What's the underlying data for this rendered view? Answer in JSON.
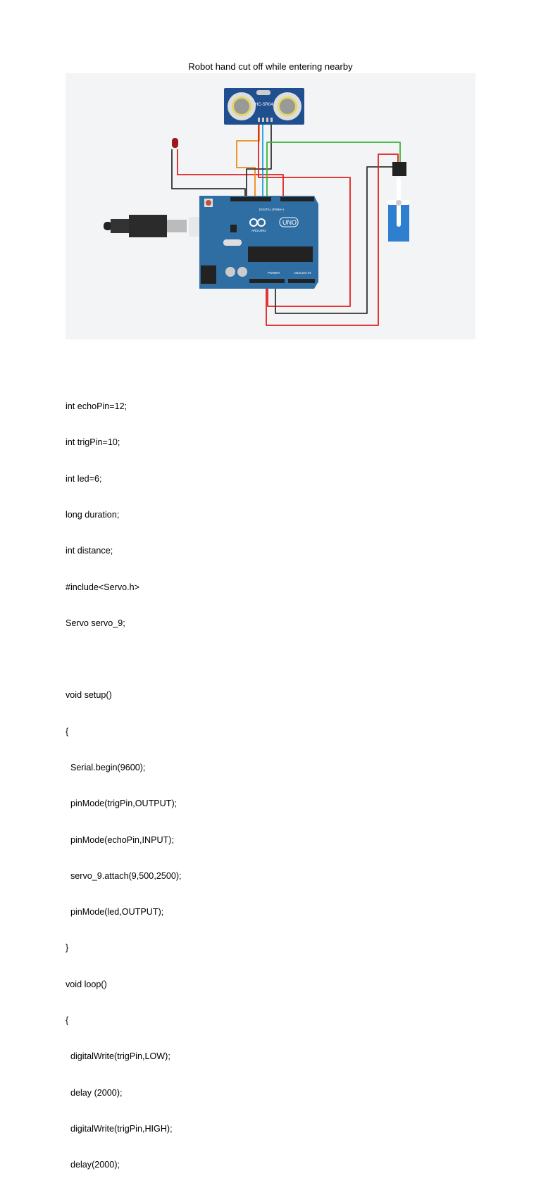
{
  "document": {
    "title": "Robot hand cut off while entering nearby"
  },
  "circuit": {
    "sensor_label": "HC-SR04",
    "board_brand": "ARDUINO",
    "board_model": "UNO",
    "digital_header": "DIGITAL (PWM~)",
    "power_header": "POWER",
    "analog_header": "ANALOG IN",
    "colors": {
      "board": "#2f6ea3",
      "sensor": "#1f4f8f",
      "servo": "#2f7fd0",
      "wire_red": "#e02020",
      "wire_black": "#333333",
      "wire_orange": "#f08a1c",
      "wire_blue": "#1aa0e0",
      "wire_green": "#3cb43c",
      "background": "#f3f4f6"
    }
  },
  "code_lines": [
    "int echoPin=12;",
    "int trigPin=10;",
    "int led=6;",
    "long duration;",
    "int distance;",
    "#include<Servo.h>",
    "Servo servo_9;",
    "",
    "void setup()",
    "{",
    "  Serial.begin(9600);",
    "  pinMode(trigPin,OUTPUT);",
    "  pinMode(echoPin,INPUT);",
    "  servo_9.attach(9,500,2500);",
    "  pinMode(led,OUTPUT);",
    "}",
    "void loop()",
    "{",
    "  digitalWrite(trigPin,LOW);",
    "  delay (2000);",
    "  digitalWrite(trigPin,HIGH);",
    "  delay(2000);"
  ]
}
